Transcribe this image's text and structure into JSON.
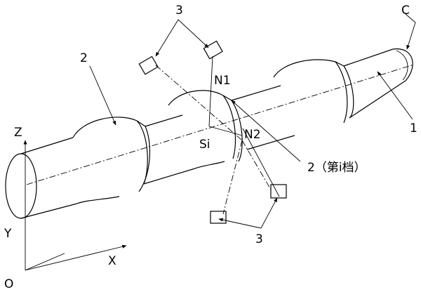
{
  "labels": {
    "c": "C",
    "one": "1",
    "two_left": "2",
    "three_top": "3",
    "three_bottom": "3",
    "n1": "N1",
    "n2": "N2",
    "si": "Si",
    "two_i": "2（第i档）",
    "axis_z": "Z",
    "axis_y": "Y",
    "axis_x": "X",
    "origin": "O"
  }
}
